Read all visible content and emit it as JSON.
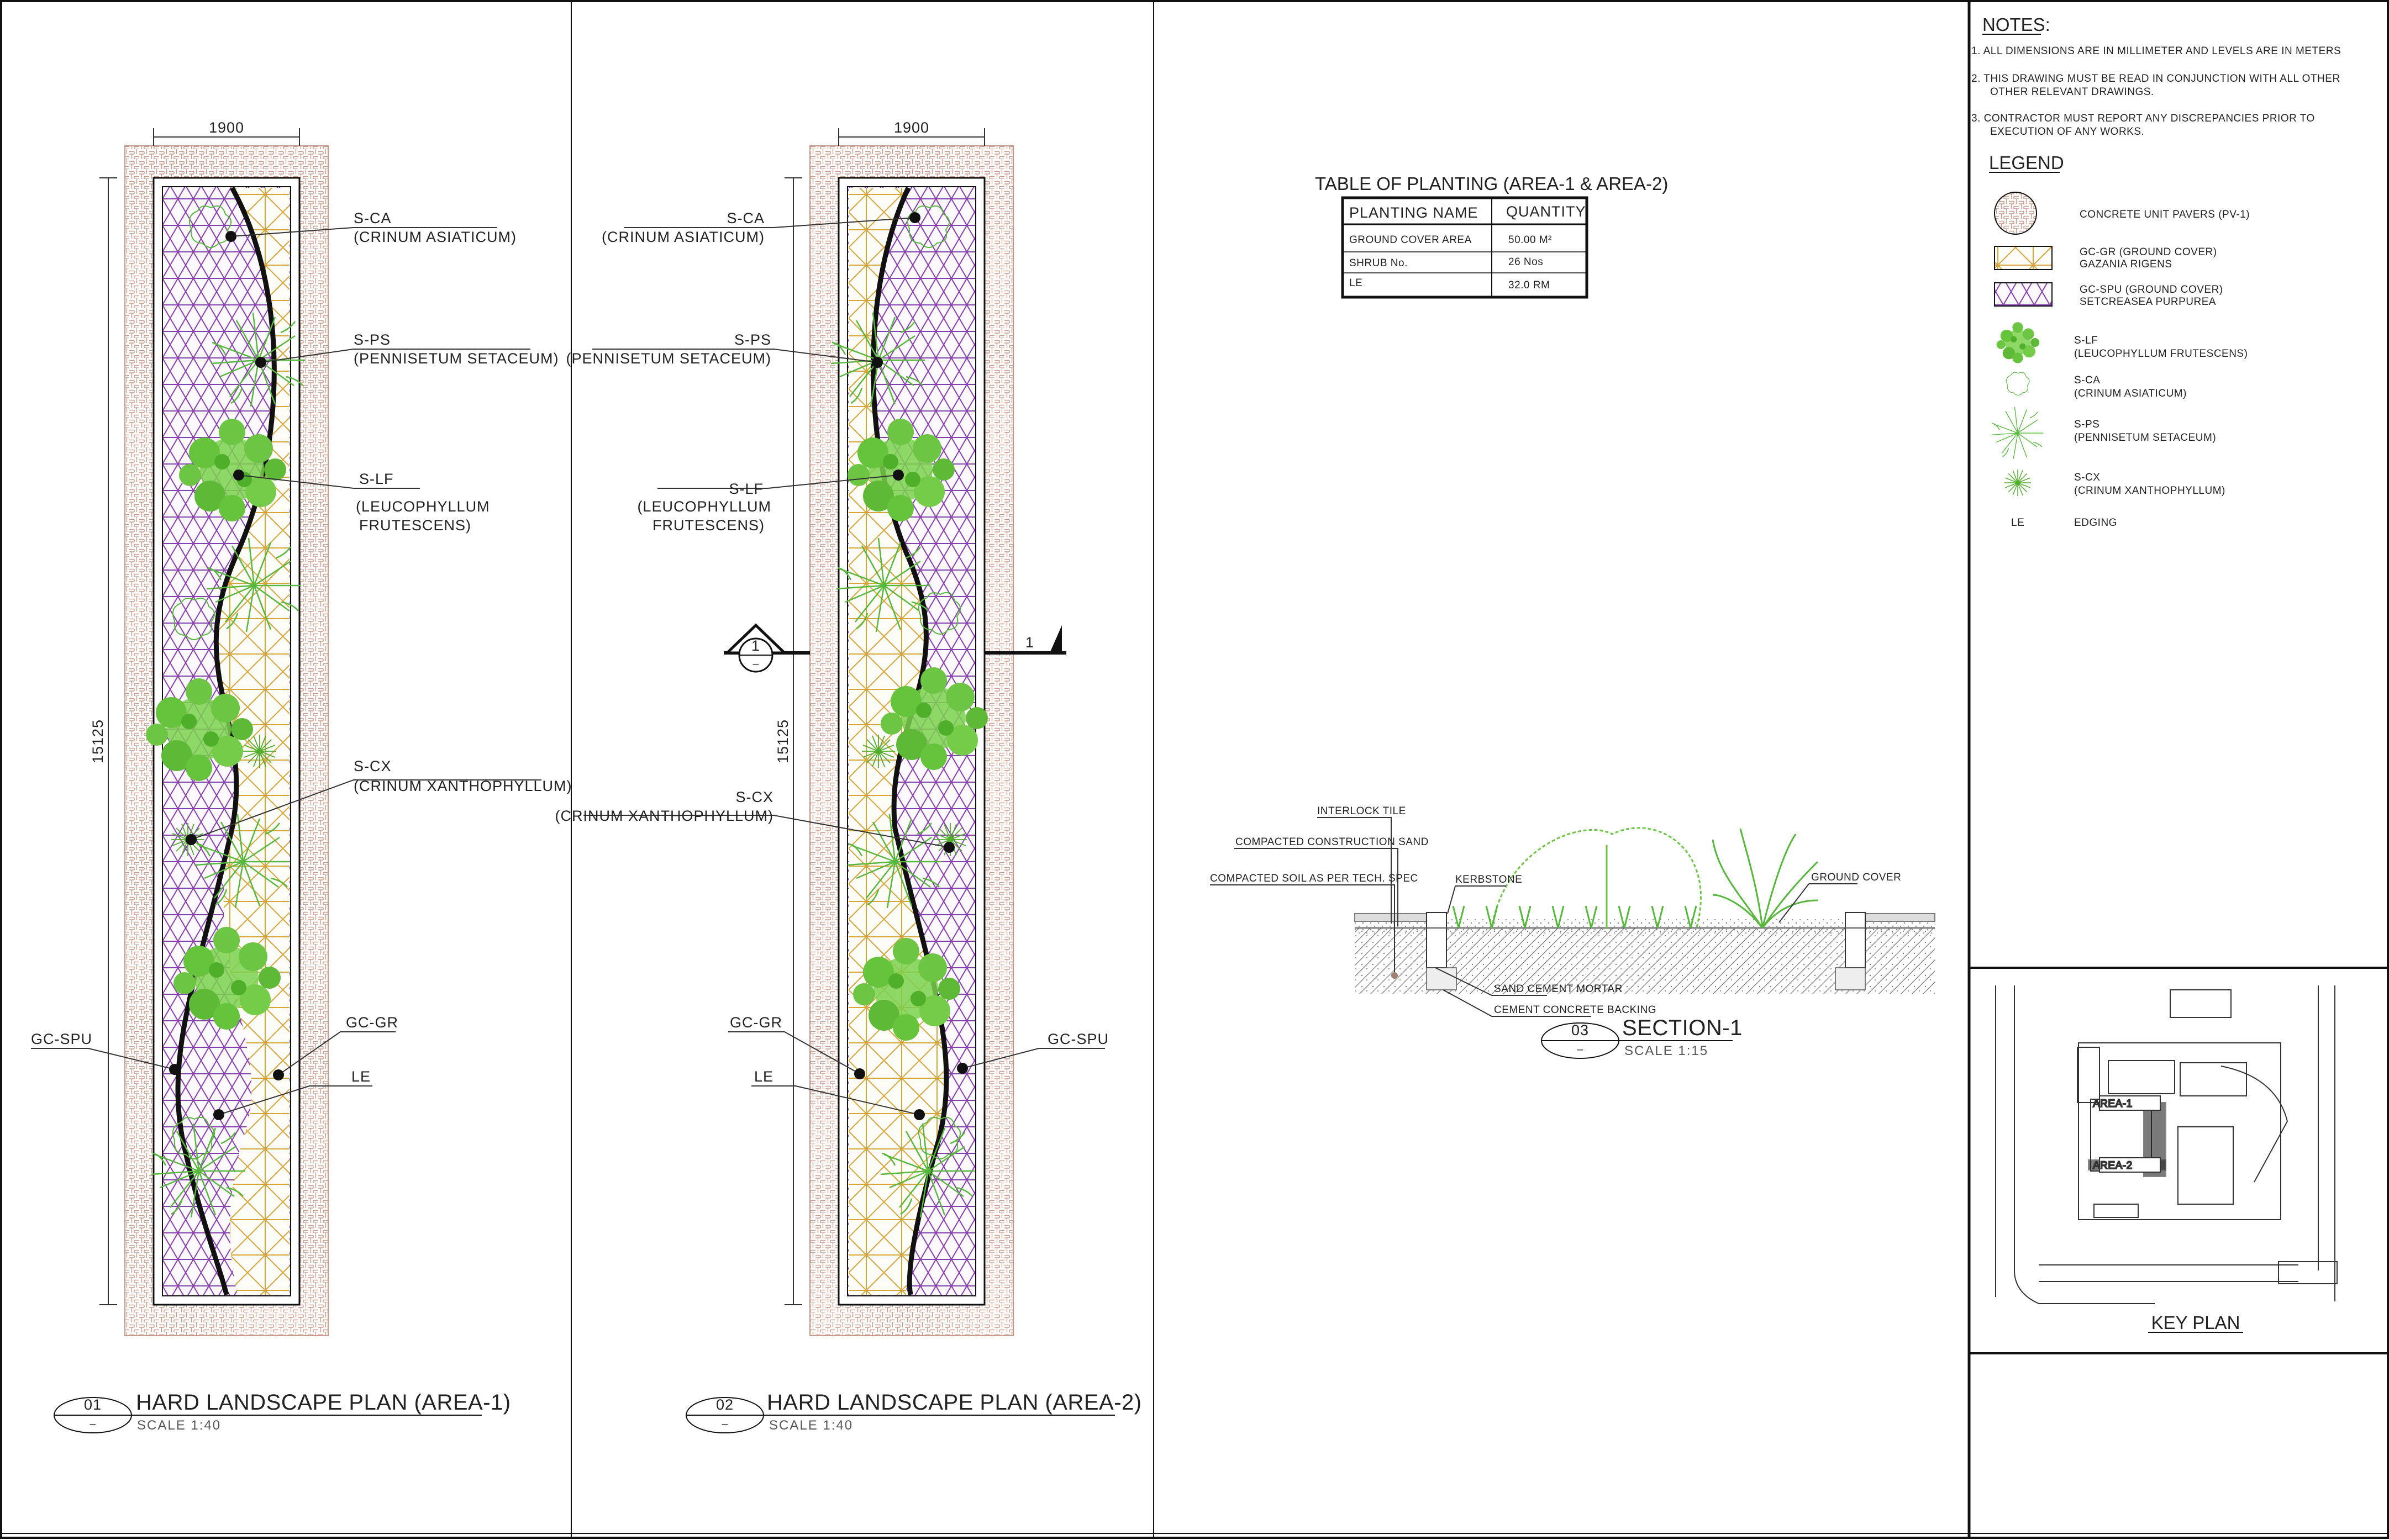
{
  "plan1": {
    "number": "01",
    "title": "HARD LANDSCAPE PLAN (AREA-1)",
    "scale": "SCALE   1:40",
    "dim_width": "1900",
    "dim_length": "15125",
    "labels": {
      "sca_code": "S-CA",
      "sca_name": "(CRINUM  ASIATICUM)",
      "sps_code": "S-PS",
      "sps_name": "(PENNISETUM  SETACEUM)",
      "slf_code": "S-LF",
      "slf_name1": "(LEUCOPHYLLUM",
      "slf_name2": "FRUTESCENS)",
      "scx_code": "S-CX",
      "scx_name": "(CRINUM  XANTHOPHYLLUM)",
      "gcgr": "GC-GR",
      "gcspu": "GC-SPU",
      "le": "LE"
    }
  },
  "plan2": {
    "number": "02",
    "title": "HARD LANDSCAPE PLAN (AREA-2)",
    "scale": "SCALE   1:40",
    "dim_width": "1900",
    "dim_length": "15125",
    "section_marker": "1",
    "labels": {
      "sca_code": "S-CA",
      "sca_name": "(CRINUM  ASIATICUM)",
      "sps_code": "S-PS",
      "sps_name": "(PENNISETUM  SETACEUM)",
      "slf_code": "S-LF",
      "slf_name1": "(LEUCOPHYLLUM",
      "slf_name2": "FRUTESCENS)",
      "scx_code": "S-CX",
      "scx_name": "(CRINUM  XANTHOPHYLLUM)",
      "gcgr": "GC-GR",
      "gcspu": "GC-SPU",
      "le": "LE"
    }
  },
  "planting_table": {
    "title": "TABLE OF PLANTING (AREA-1 & AREA-2)",
    "headers": [
      "PLANTING  NAME",
      "QUANTITY"
    ],
    "rows": [
      [
        "GROUND  COVER  AREA",
        "50.00  M²"
      ],
      [
        "SHRUB  No.",
        "26  Nos"
      ],
      [
        "LE",
        "32.0  RM"
      ]
    ]
  },
  "section": {
    "number": "03",
    "title": "SECTION-1",
    "scale": "SCALE   1:15",
    "labels": {
      "interlock": "INTERLOCK  TILE",
      "sand": "COMPACTED  CONSTRUCTION  SAND",
      "soil": "COMPACTED  SOIL  AS  PER  TECH.  SPEC",
      "kerb": "KERBSTONE",
      "ground_cover": "GROUND  COVER",
      "mortar": "SAND  CEMENT  MORTAR",
      "backing": "CEMENT  CONCRETE  BACKING"
    }
  },
  "notes": {
    "heading": "NOTES:",
    "items": [
      [
        "1.  ALL  DIMENSIONS  ARE  IN  MILLIMETER  AND  LEVELS  ARE  IN  METERS"
      ],
      [
        "2.  THIS  DRAWING  MUST  BE  READ  IN  CONJUNCTION   WITH  ALL  OTHER",
        "OTHER  RELEVANT  DRAWINGS."
      ],
      [
        "3.  CONTRACTOR  MUST  REPORT  ANY  DISCREPANCIES  PRIOR  TO",
        "EXECUTION  OF  ANY  WORKS."
      ]
    ]
  },
  "legend": {
    "heading": "LEGEND",
    "items": [
      {
        "icon": "paver-circle-icon",
        "lines": [
          "CONCRETE  UNIT  PAVERS  (PV-1)"
        ]
      },
      {
        "icon": "gazania-hatch-icon",
        "lines": [
          "GC-GR  (GROUND  COVER)",
          "GAZANIA  RIGENS"
        ]
      },
      {
        "icon": "setcreasea-hatch-icon",
        "lines": [
          "GC-SPU  (GROUND  COVER)",
          "SETCREASEA  PURPUREA"
        ]
      },
      {
        "icon": "leucophyllum-shrub-icon",
        "lines": [
          "S-LF",
          "(LEUCOPHYLLUM  FRUTESCENS)"
        ]
      },
      {
        "icon": "crinum-asiaticum-icon",
        "lines": [
          "S-CA",
          "(CRINUM  ASIATICUM)"
        ]
      },
      {
        "icon": "pennisetum-grass-icon",
        "lines": [
          "S-PS",
          "(PENNISETUM  SETACEUM)"
        ]
      },
      {
        "icon": "crinum-xantho-icon",
        "lines": [
          "S-CX",
          "(CRINUM  XANTHOPHYLLUM)"
        ]
      },
      {
        "icon": "edging-code",
        "code": "LE",
        "lines": [
          "EDGING"
        ]
      }
    ]
  },
  "key_plan": {
    "title": "KEY PLAN",
    "area1": "AREA-1",
    "area2": "AREA-2"
  },
  "colors": {
    "ink": "#111111",
    "paving": "#c79a8a",
    "gazania": "#d9a43a",
    "setcreasea": "#8a3fb0",
    "plant": "#6cc644",
    "plant_dark": "#2f9a1f"
  }
}
